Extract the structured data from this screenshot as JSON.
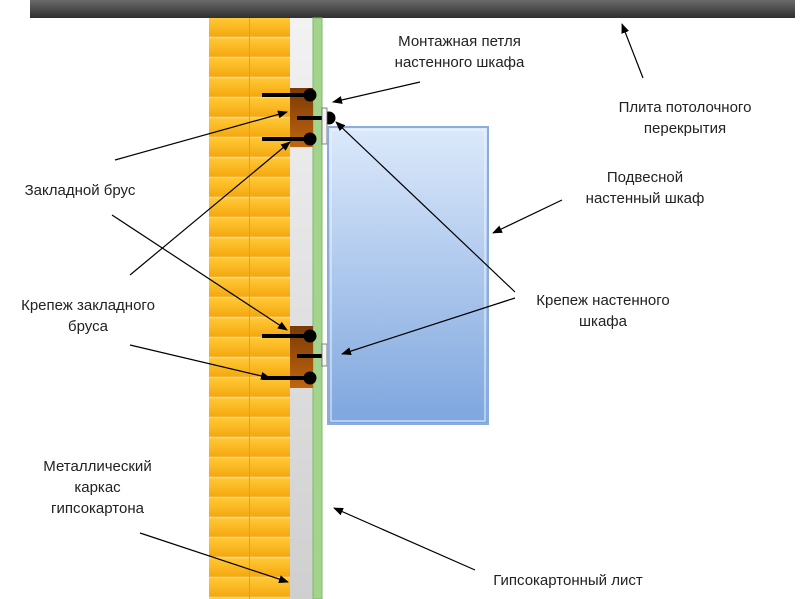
{
  "labels": {
    "hinge": [
      "Монтажная петля",
      "настенного шкафа"
    ],
    "slab": [
      "Плита потолочного",
      "перекрытия"
    ],
    "cabinet": [
      "Подвесной",
      "настенный шкаф"
    ],
    "beam": [
      "Закладной брус"
    ],
    "beam_fastener": [
      "Крепеж закладного",
      "бруса"
    ],
    "cabinet_fastener": [
      "Крепеж настенного",
      "шкафа"
    ],
    "frame": [
      "Металлический",
      "каркас",
      "гипсокартона"
    ],
    "drywall": [
      "Гипсокартонный лист"
    ]
  },
  "colors": {
    "brick": "#f7b21a",
    "beam": "#a04f08",
    "cabinet_top": "#dce9fb",
    "cabinet_bottom": "#7ea6de",
    "drywall": "#9fd089",
    "slab": "#4a4a4a"
  }
}
